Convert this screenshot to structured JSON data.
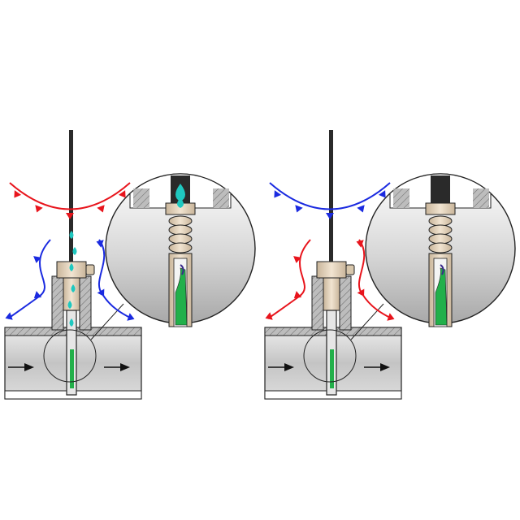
{
  "figure": {
    "panels": [
      {
        "id": "left",
        "state": "condensation",
        "outer_flow_arc": "red",
        "side_flow_arcs": "blue",
        "droplets_visible": true
      },
      {
        "id": "right",
        "state": "dry",
        "outer_flow_arc": "blue",
        "side_flow_arcs": "red",
        "droplets_visible": false
      }
    ],
    "colors": {
      "background": "#ffffff",
      "hot_flow": "#e8141c",
      "cold_flow": "#1a2ae0",
      "droplet": "#1fc8c0",
      "sensor_element": "#22b04a",
      "fitting": "#e8d7bf",
      "pipe_fill": "#d4d4d4",
      "pipe_hatch_fill": "#bdbdbd",
      "cable": "#2a2a2a",
      "flow_arrow": "#111111",
      "magnifier_top": "#ffffff",
      "magnifier_bottom": "#b0b0b0",
      "outline": "#222222"
    }
  }
}
